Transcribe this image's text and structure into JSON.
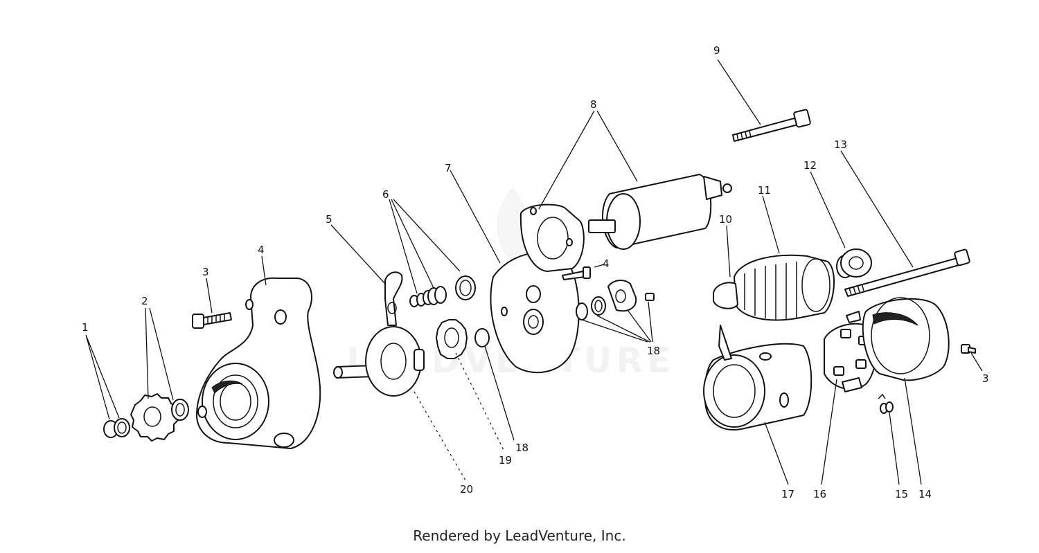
{
  "watermark": "LEADVENTURE",
  "footer": {
    "credit": "Rendered by LeadVenture, Inc."
  },
  "callouts": {
    "c1": "1",
    "c2": "2",
    "c3a": "3",
    "c3b": "3",
    "c4a": "4",
    "c4b": "4",
    "c5": "5",
    "c6": "6",
    "c7": "7",
    "c8": "8",
    "c9": "9",
    "c10": "10",
    "c11": "11",
    "c12": "12",
    "c13": "13",
    "c14": "14",
    "c15": "15",
    "c16": "16",
    "c17": "17",
    "c18a": "18",
    "c18b": "18",
    "c19": "19",
    "c20": "20"
  }
}
